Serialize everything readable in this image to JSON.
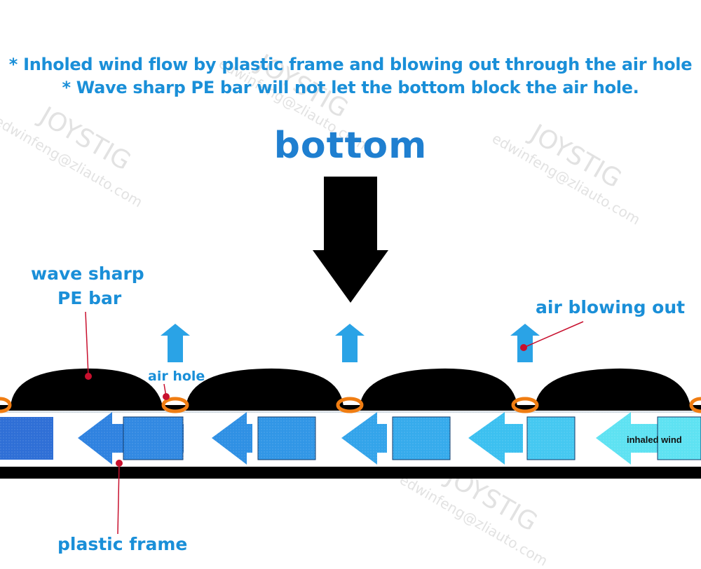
{
  "header": {
    "line1": "* Inholed wind flow by plastic frame and blowing out through the air hole",
    "line2": "* Wave sharp PE bar will not let the bottom block the air hole."
  },
  "diagram": {
    "pressure_label": "bottom",
    "labels": {
      "wave_bar_line1": "wave sharp",
      "wave_bar_line2": "PE bar",
      "air_hole": "air hole",
      "air_blowing_out": "air blowing out",
      "plastic_frame": "plastic frame",
      "inhaled_wind": "inhaled wind"
    }
  },
  "watermarks": {
    "brand": "JOYSTIG",
    "email": "edwinfeng@zliauto.com"
  },
  "colors": {
    "text_blue": "#1a8fd8",
    "arrow_blue": "#2aa3e6",
    "ring_orange": "#f07d12",
    "marker_red": "#c8102e",
    "flow_gradient": [
      "#2f6fd6",
      "#2b8ee6",
      "#33b4ee",
      "#5ee2f2"
    ]
  }
}
